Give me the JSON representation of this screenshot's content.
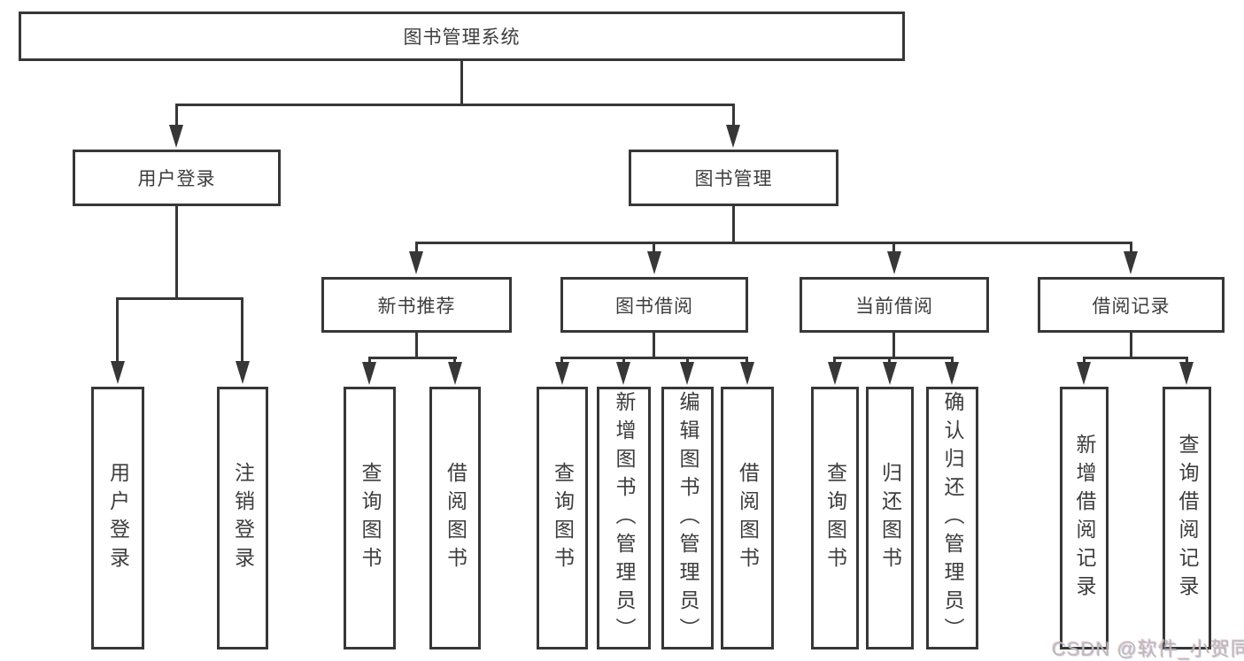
{
  "diagram": {
    "root": {
      "label": "图书管理系统"
    },
    "level2": [
      {
        "label": "用户登录"
      },
      {
        "label": "图书管理"
      }
    ],
    "level3": [
      {
        "label": "新书推荐"
      },
      {
        "label": "图书借阅"
      },
      {
        "label": "当前借阅"
      },
      {
        "label": "借阅记录"
      }
    ],
    "leaves": [
      {
        "label": "用户登录"
      },
      {
        "label": "注销登录"
      },
      {
        "label": "查询图书"
      },
      {
        "label": "借阅图书"
      },
      {
        "label": "查询图书"
      },
      {
        "label": "新增图书（管理员）"
      },
      {
        "label": "编辑图书（管理员）"
      },
      {
        "label": "借阅图书"
      },
      {
        "label": "查询图书"
      },
      {
        "label": "归还图书"
      },
      {
        "label": "确认归还（管理员）"
      },
      {
        "label": "新增借阅记录"
      },
      {
        "label": "查询借阅记录"
      }
    ],
    "colors": {
      "line": "#373737",
      "text": "#3d3d3d",
      "background": "#ffffff"
    }
  },
  "watermark": {
    "text": "CSDN @软件_小贺同学",
    "color": "#b9b9b9"
  }
}
